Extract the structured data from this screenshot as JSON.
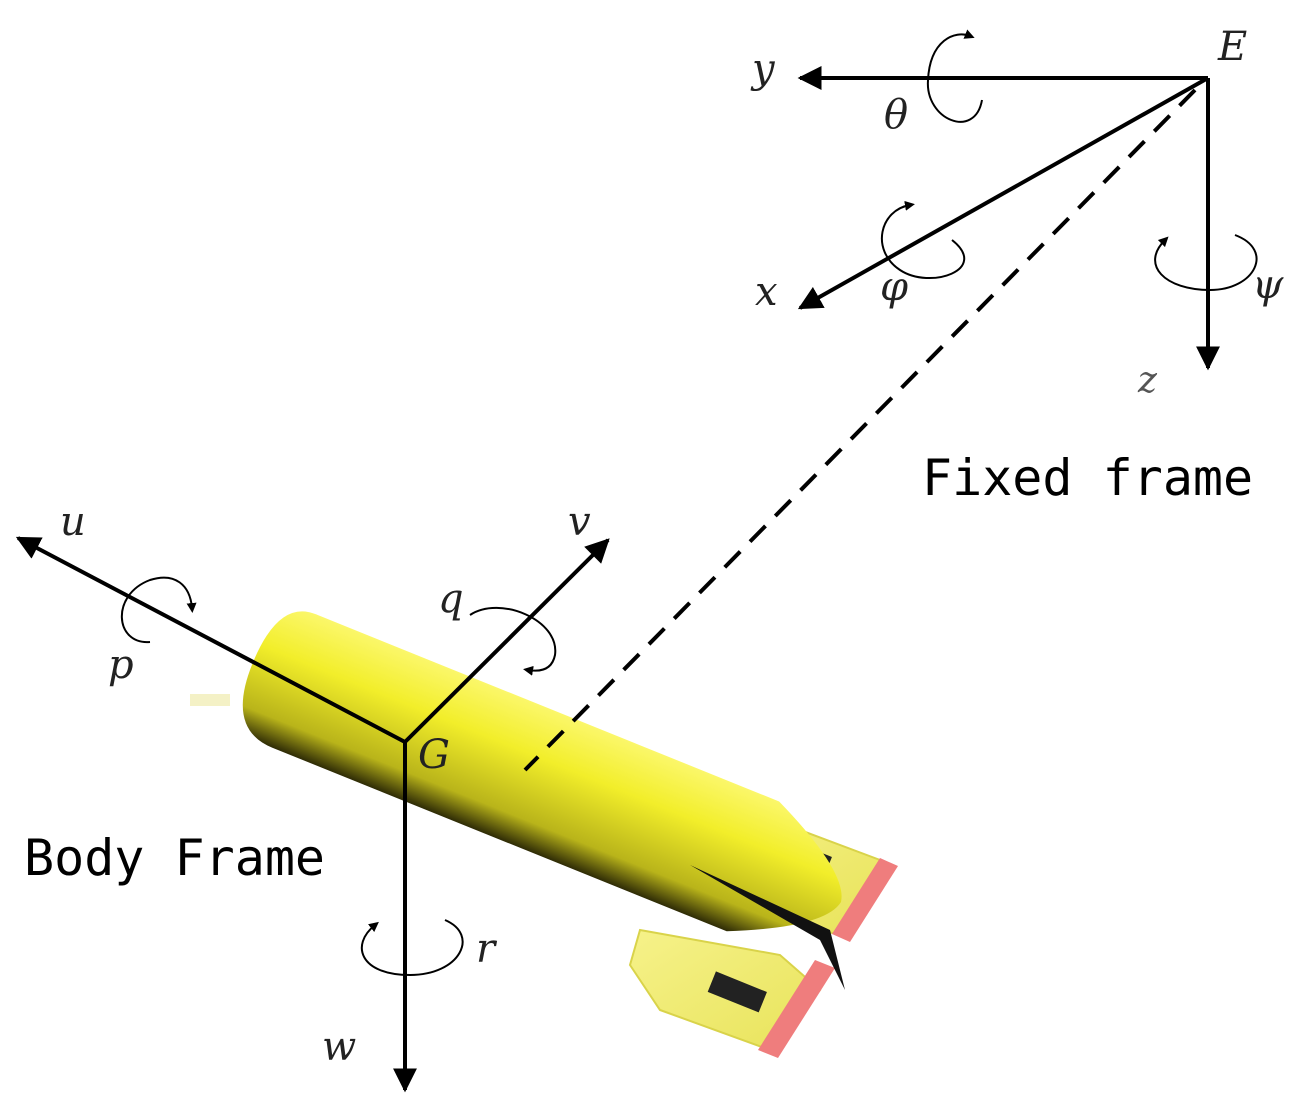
{
  "fixed_frame": {
    "origin_label": "E",
    "title": "Fixed frame",
    "axes": {
      "x": "x",
      "y": "y",
      "z": "z"
    },
    "rotations": {
      "about_x": "φ",
      "about_y": "θ",
      "about_z": "ψ"
    }
  },
  "body_frame": {
    "origin_label": "G",
    "title": "Body Frame",
    "axes": {
      "u": "u",
      "v": "v",
      "w": "w"
    },
    "rotations": {
      "about_u": "p",
      "about_v": "q",
      "about_w": "r"
    }
  },
  "colors": {
    "vehicle_body": "#f2ee2a",
    "vehicle_shadow": "#3a3608",
    "tail_stripe": "#ef7d7d",
    "line": "#000000"
  }
}
